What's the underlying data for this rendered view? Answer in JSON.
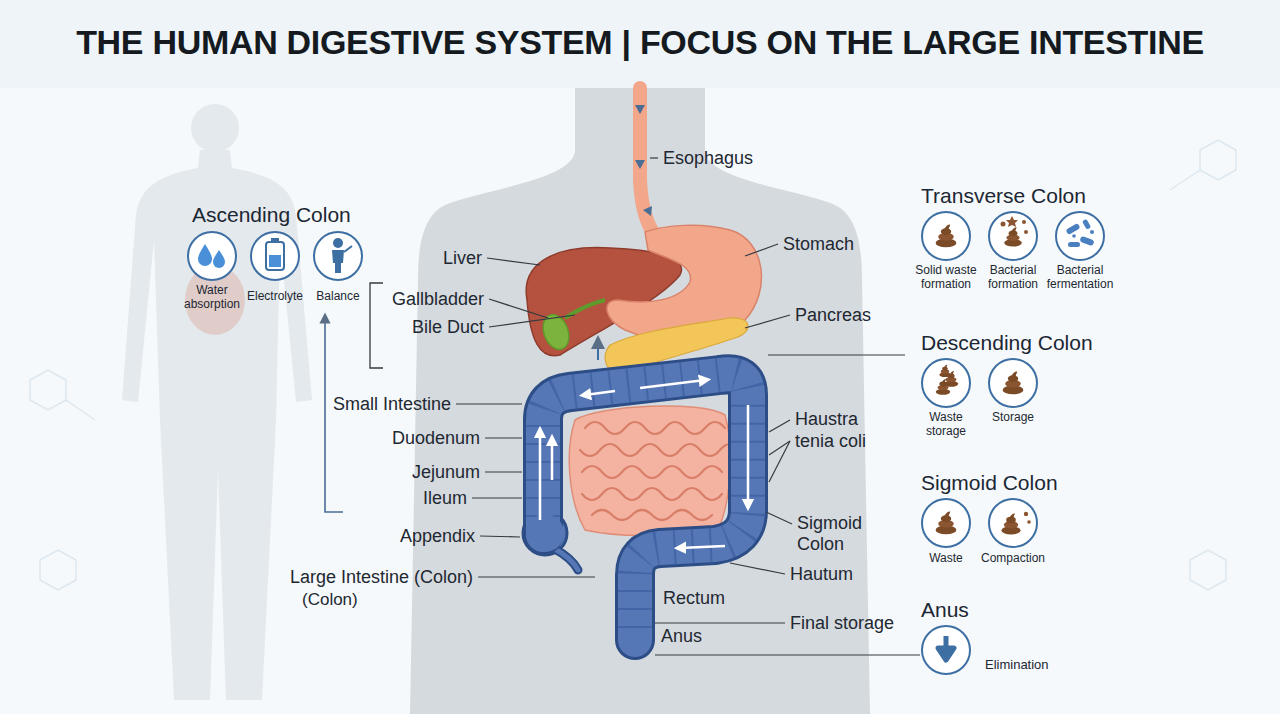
{
  "diagram": {
    "title": "THE HUMAN DIGESTIVE SYSTEM | FOCUS ON THE LARGE INTESTINE",
    "labels": [
      "Esophagus",
      "Ascending Colon",
      "Water absorption",
      "Electrolyte",
      "Balance",
      "Transverse Colon",
      "Solid waste formation",
      "Bacterial formation",
      "Bacterial fermentation",
      "Liver",
      "Stomach",
      "Gallbladder",
      "Bile Duct",
      "Pancreas",
      "Descending Colon",
      "Waste storage",
      "Storage",
      "Small Intestine",
      "Haustra",
      "tenia coli",
      "Duodenum",
      "Jejunum",
      "Ileum",
      "Sigmoid Colon",
      "Waste",
      "Compaction",
      "Sigmoid Colon",
      "Appendix",
      "Hautum",
      "Large Intestine (Colon)",
      "(Colon)",
      "Rectum",
      "Final storage",
      "Anus",
      "Anus",
      "Elimination"
    ]
  }
}
